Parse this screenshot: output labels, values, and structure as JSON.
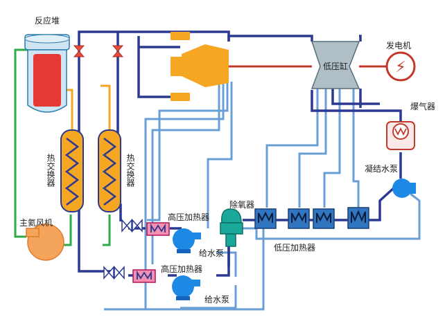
{
  "labels": {
    "reactor": "反应堆",
    "hx1": "热交换器",
    "hx2": "热交换器",
    "blower": "主氦风机",
    "lp_turbine": "低压缸",
    "generator": "发电机",
    "generator_symbol": "⚡",
    "blast_box": "爆气器",
    "condensate_pump": "凝结水泵",
    "deaerator": "除氧器",
    "hp_heater_1": "高压加热器",
    "hp_heater_2": "高压加热器",
    "feed_pump_1": "给水泵",
    "feed_pump_2": "给水泵",
    "lp_heaters": "低压加热器"
  },
  "colors": {
    "navy": "#2b3990",
    "light_blue": "#6a9fd6",
    "orange": "#f5a623",
    "green": "#2eaa4a",
    "red_line": "#c0392b",
    "reactor_red": "#e53935",
    "pump_blue": "#1e88e5",
    "turbine_gray": "#b0bec5",
    "deaerator_teal": "#1aa89a"
  },
  "icons": {
    "valve": "valve-icon",
    "pump": "pump-icon",
    "heater": "heater-coil-icon",
    "generator": "lightning-icon"
  }
}
